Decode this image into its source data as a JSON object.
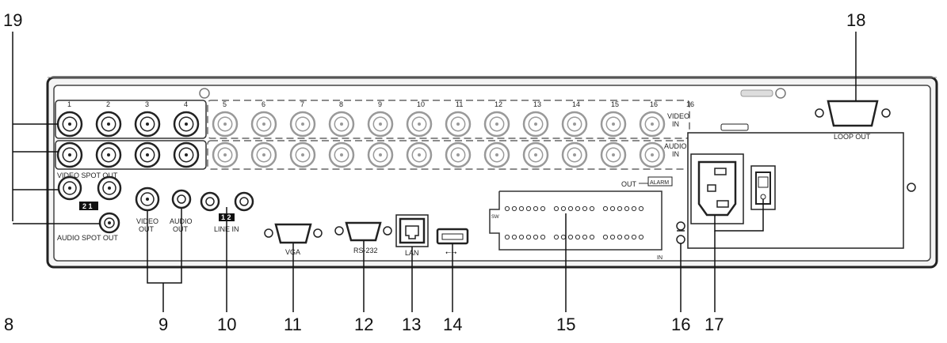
{
  "callouts": {
    "n8": "8",
    "n9": "9",
    "n10": "10",
    "n11": "11",
    "n12": "12",
    "n13": "13",
    "n14": "14",
    "n15": "15",
    "n16": "16",
    "n17": "17",
    "n18": "18",
    "n19": "19"
  },
  "channels": [
    "1",
    "2",
    "3",
    "4",
    "5",
    "6",
    "7",
    "8",
    "9",
    "10",
    "11",
    "12",
    "13",
    "14",
    "15",
    "16"
  ],
  "labels": {
    "video_in_1": "VIDEO",
    "video_in_2": "IN",
    "audio_in_1": "AUDIO",
    "audio_in_2": "IN",
    "channel_16_side": "16",
    "video_spot_out": "VIDEO SPOT OUT",
    "spot_badge": "2 1",
    "audio_spot_out": "AUDIO SPOT OUT",
    "video_out_1": "VIDEO",
    "video_out_2": "OUT",
    "audio_out_1": "AUDIO",
    "audio_out_2": "OUT",
    "line_in_badge": "1 2",
    "line_in": "LINE IN",
    "vga": "VGA",
    "rs232": "RS-232",
    "lan": "LAN",
    "usb_symbol": "⭠⭢",
    "alarm_out": "OUT",
    "alarm_badge": "ALARM",
    "alarm_in": "IN",
    "sw": "SW",
    "loop_out": "LOOP OUT"
  }
}
